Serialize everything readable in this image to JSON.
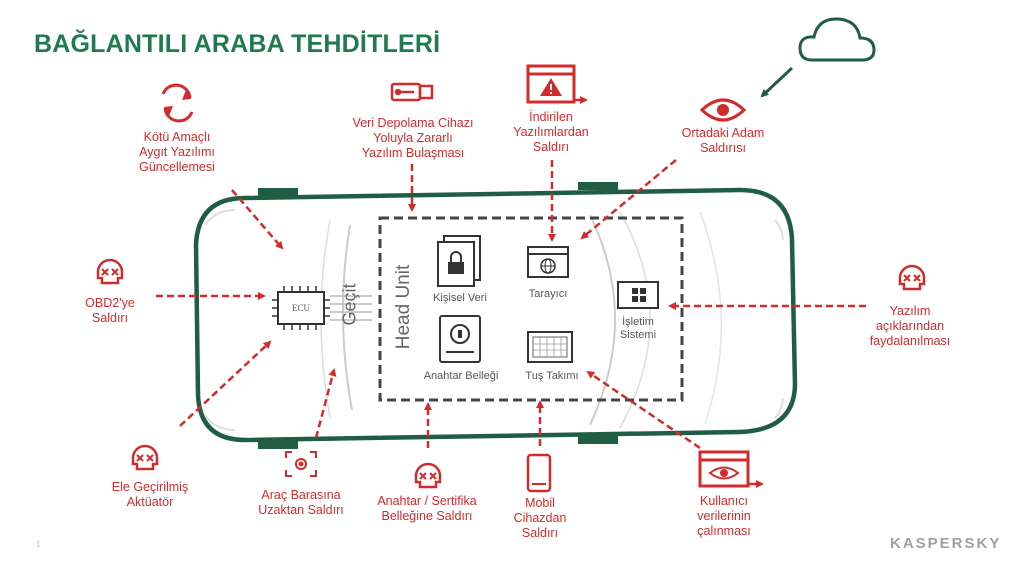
{
  "title": "BAĞLANTILI ARABA TEHDİTLERİ",
  "labels": {
    "firmware": "Kötü Amaçlı\nAygıt Yazılımı\nGüncellemesi",
    "usb": "Veri Depolama Cihazı\nYoluyla Zararlı\nYazılım Bulaşması",
    "download": "İndirilen\nYazılımlardan\nSaldırı",
    "mitm": "Ortadaki Adam\nSaldırısı",
    "obd": "OBD2'ye\nSaldırı",
    "vuln": "Yazılım\naçıklarından\nfaydalanılması",
    "actuator": "Ele Geçirilmiş\nAktüatör",
    "bus": "Araç Barasına\nUzaktan Saldırı",
    "cert": "Anahtar / Sertifika\nBelleğine Saldırı",
    "mobile": "Mobil\nCihazdan\nSaldırı",
    "userdata": "Kullanıcı\nverilerinin\nçalınması"
  },
  "inside": {
    "ecu": "ECU",
    "gateway": "Geçit",
    "head_unit": "Head Unit",
    "personal": "Kişisel Veri",
    "browser": "Tarayıcı",
    "os": "İşletim\nSistemi",
    "keystore": "Anahtar Belleği",
    "keypad": "Tuş Takımı"
  },
  "logo": "KASPERSKY",
  "page_number": "1",
  "icons": [
    "refresh-icon",
    "usb-icon",
    "warning-window-icon",
    "eye-icon",
    "cloud-icon",
    "skull-icon",
    "target-icon",
    "mobile-phone-icon",
    "eye-window-icon",
    "chip-icon",
    "lock-icon",
    "safe-icon",
    "globe-window-icon",
    "keypad-icon",
    "windows-icon"
  ],
  "colors": {
    "red": "#d22b2b",
    "green": "#1f5e45",
    "title": "#1f7a4d",
    "gray": "#555555"
  }
}
